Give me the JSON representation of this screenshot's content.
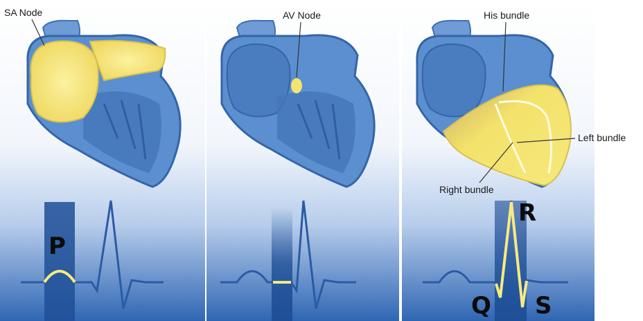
{
  "panels": [
    {
      "label": "SA Node",
      "wave_letters": [
        "P"
      ]
    },
    {
      "label": "AV Node",
      "wave_letters": []
    },
    {
      "labels": [
        "His bundle",
        "Left bundle",
        "Right bundle"
      ],
      "wave_letters": [
        "R",
        "Q",
        "S"
      ]
    }
  ],
  "colors": {
    "heart_blue": "#5b8fd0",
    "heart_dark": "#2f5f9e",
    "conduction_yellow": "#f3e26b",
    "ecg_line": "#2b5aa6",
    "ecg_highlight": "#f7ea80",
    "band_blue": "#1f4f97"
  }
}
